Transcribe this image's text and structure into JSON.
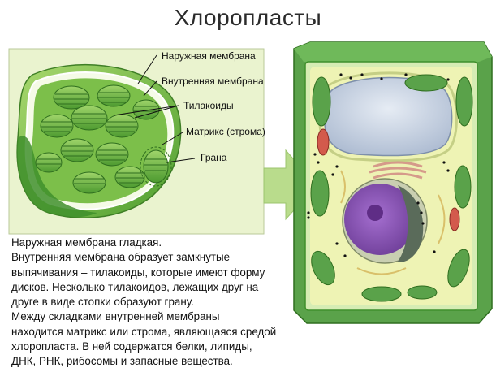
{
  "title": "Хлоропласты",
  "labels": {
    "outer_membrane": "Наружная мембрана",
    "inner_membrane": "Внутренняя мембрана",
    "thylakoids": "Тилакоиды",
    "matrix": "Матрикс (строма)",
    "grana": "Грана"
  },
  "description": [
    "Наружная мембрана гладкая.",
    "Внутренняя мембрана образует замкнутые",
    "выпячивания – тилакоиды, которые имеют форму",
    "дисков. Несколько тилакоидов, лежащих друг на",
    "друге в виде стопки образуют грану.",
    "Между складками внутренней мембраны",
    "находится матрикс или строма, являющаяся средой",
    "хлоропласта. В ней содержатся белки, липиды,",
    "ДНК, РНК, рибосомы и запасные вещества."
  ],
  "colors": {
    "panel_bg": "#eaf3cf",
    "chloroplast_green": "#7cbf4a",
    "dark_green": "#3f8f2c",
    "cell_wall": "#5aa24a",
    "arrow": "#b9dc8c",
    "nucleus": "#8e58b8"
  }
}
